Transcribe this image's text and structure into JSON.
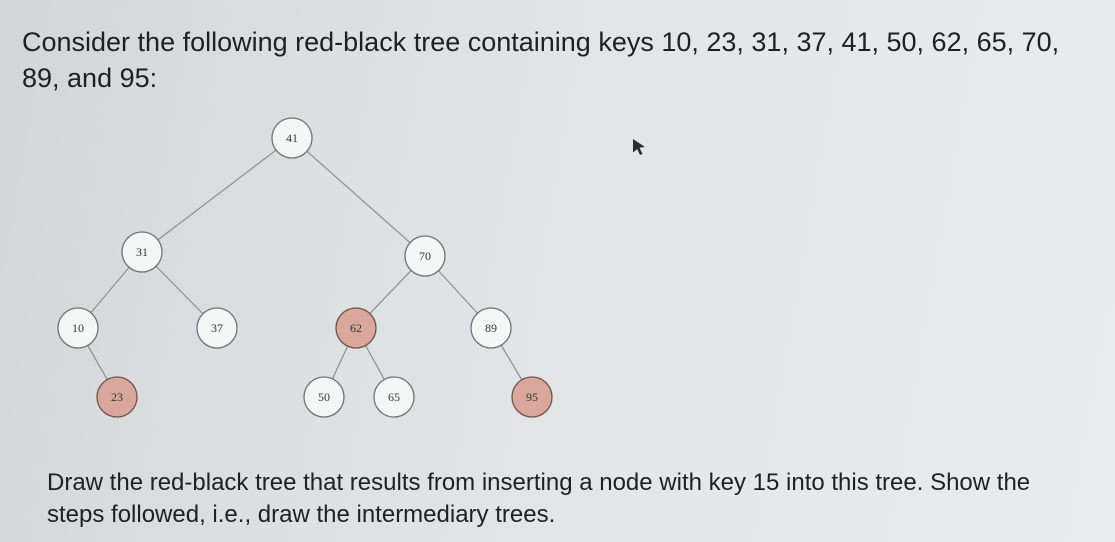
{
  "intro_text": "Consider the following red-black tree containing keys 10, 23, 31, 37, 41, 50, 62, 65, 70, 89, and 95:",
  "question_text": "Draw the red-black tree that results from inserting a node with key 15 into this tree. Show the steps followed, i.e., draw the intermediary trees.",
  "colors": {
    "black_node_fill": "#f4f5f5",
    "red_node_fill": "#d9a79c",
    "edge": "#8a8f94"
  },
  "pointer_icon": "mouse-pointer-icon",
  "tree": {
    "nodes": [
      {
        "key": "41",
        "color": "black"
      },
      {
        "key": "31",
        "color": "black"
      },
      {
        "key": "70",
        "color": "black"
      },
      {
        "key": "10",
        "color": "black"
      },
      {
        "key": "37",
        "color": "black"
      },
      {
        "key": "62",
        "color": "red"
      },
      {
        "key": "89",
        "color": "black"
      },
      {
        "key": "23",
        "color": "red"
      },
      {
        "key": "50",
        "color": "black"
      },
      {
        "key": "65",
        "color": "black"
      },
      {
        "key": "95",
        "color": "red"
      }
    ],
    "edges": [
      [
        "41",
        "31"
      ],
      [
        "41",
        "70"
      ],
      [
        "31",
        "10"
      ],
      [
        "31",
        "37"
      ],
      [
        "10",
        "23"
      ],
      [
        "70",
        "62"
      ],
      [
        "70",
        "89"
      ],
      [
        "62",
        "50"
      ],
      [
        "62",
        "65"
      ],
      [
        "89",
        "95"
      ]
    ]
  }
}
